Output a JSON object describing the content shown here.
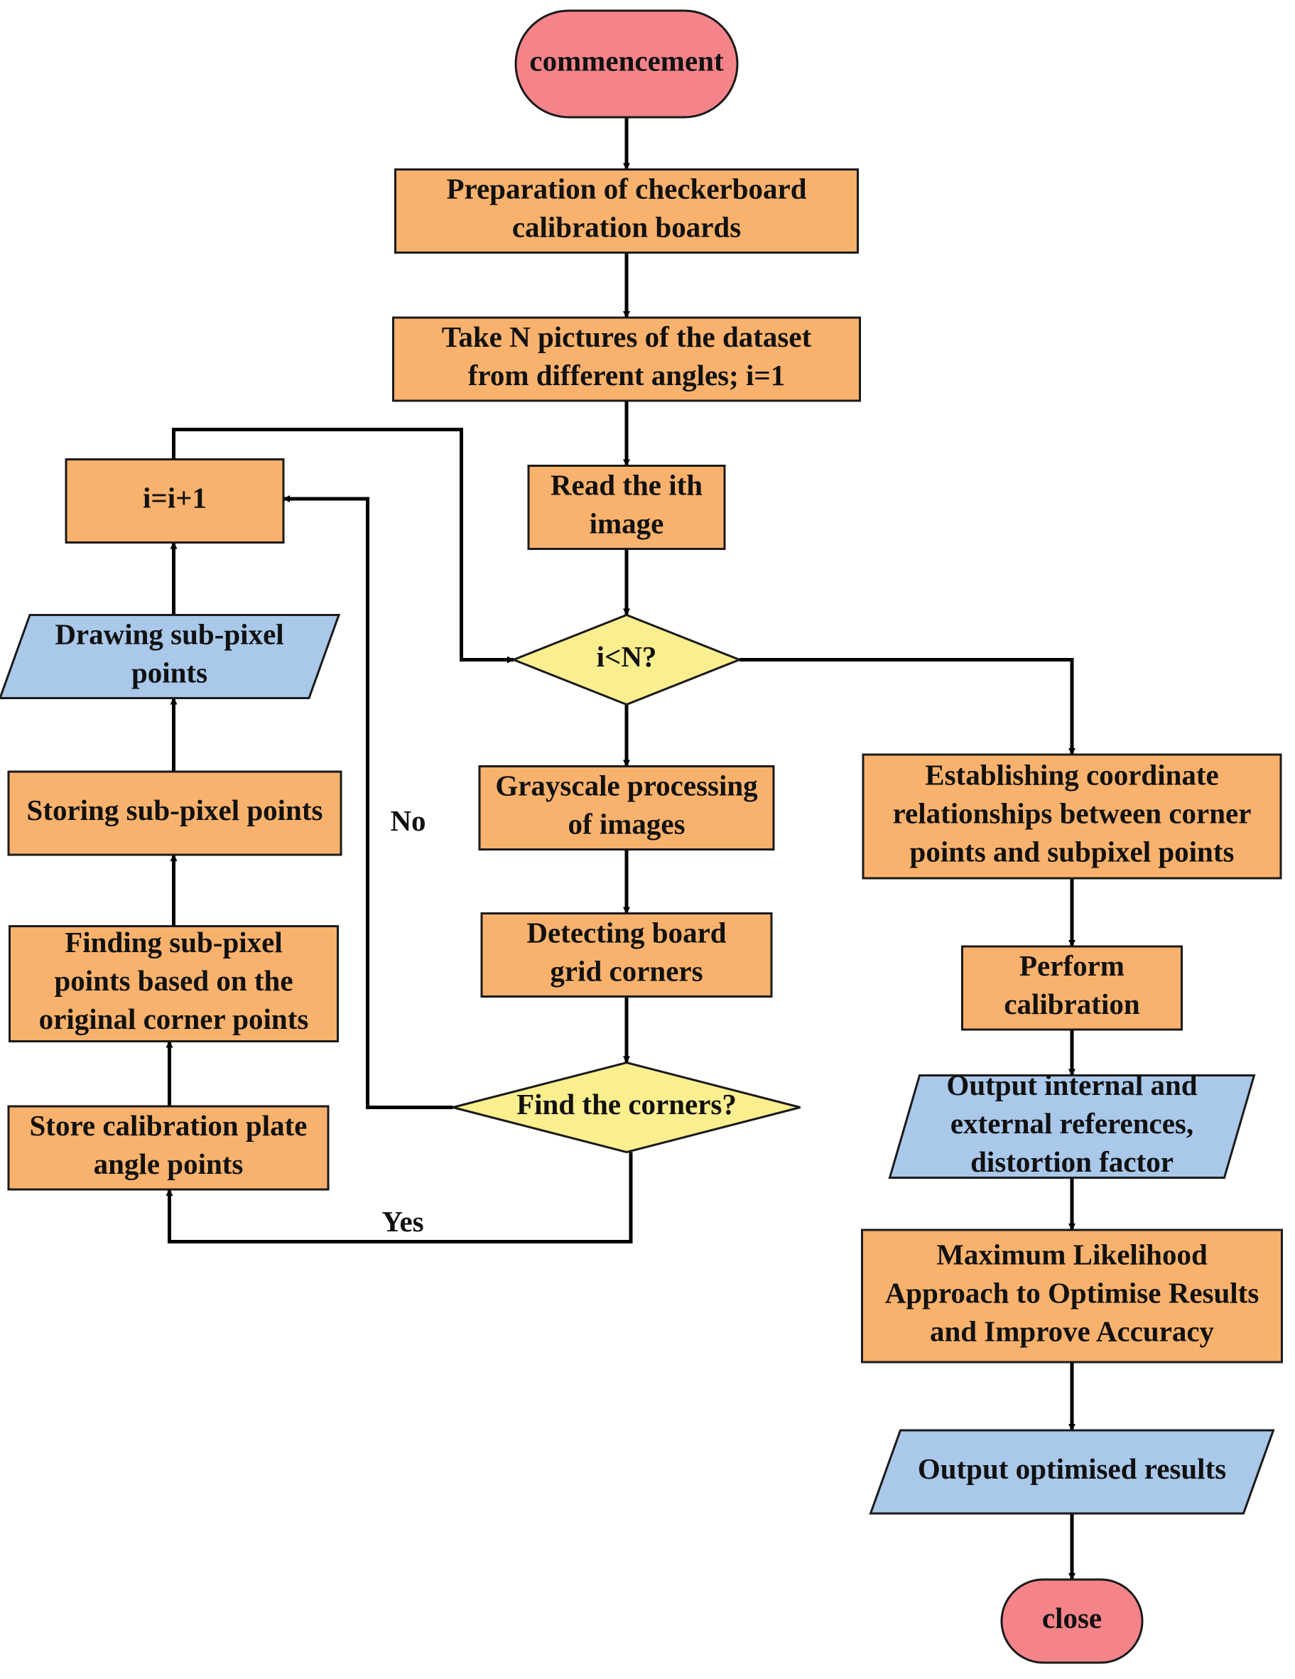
{
  "colors": {
    "terminal": "#f4848a",
    "process": "#f9b26d",
    "decision": "#fbee8f",
    "io": "#a9c8ea",
    "edge": "#000000"
  },
  "nodes": {
    "start": {
      "shape": "terminal",
      "lines": [
        "commencement"
      ]
    },
    "prep": {
      "shape": "process",
      "lines": [
        "Preparation of checkerboard",
        "calibration boards"
      ]
    },
    "take": {
      "shape": "process",
      "lines": [
        "Take N pictures of the dataset",
        "from different angles; i=1"
      ]
    },
    "read": {
      "shape": "process",
      "lines": [
        "Read the ith",
        "image"
      ]
    },
    "check_n": {
      "shape": "decision",
      "lines": [
        "i<N?"
      ]
    },
    "gray": {
      "shape": "process",
      "lines": [
        "Grayscale processing",
        "of images"
      ]
    },
    "detect": {
      "shape": "process",
      "lines": [
        "Detecting board",
        "grid corners"
      ]
    },
    "find": {
      "shape": "decision",
      "lines": [
        "Find the corners?"
      ]
    },
    "inc": {
      "shape": "process",
      "lines": [
        "i=i+1"
      ]
    },
    "draw": {
      "shape": "io",
      "lines": [
        "Drawing sub-pixel",
        "points"
      ]
    },
    "storing": {
      "shape": "process",
      "lines": [
        "Storing sub-pixel points"
      ]
    },
    "finding": {
      "shape": "process",
      "lines": [
        "Finding sub-pixel",
        "points based on the",
        "original corner points"
      ]
    },
    "store_cal": {
      "shape": "process",
      "lines": [
        "Store calibration plate",
        "angle points"
      ]
    },
    "establish": {
      "shape": "process",
      "lines": [
        "Establishing coordinate",
        "relationships between corner",
        "points and subpixel points"
      ]
    },
    "perform": {
      "shape": "process",
      "lines": [
        "Perform",
        "calibration"
      ]
    },
    "output_ref": {
      "shape": "io",
      "lines": [
        "Output internal and",
        "external references,",
        "distortion factor"
      ]
    },
    "mle": {
      "shape": "process",
      "lines": [
        "Maximum Likelihood",
        "Approach to Optimise Results",
        "and Improve Accuracy"
      ]
    },
    "output_opt": {
      "shape": "io",
      "lines": [
        "Output optimised results"
      ]
    },
    "end": {
      "shape": "terminal",
      "lines": [
        "close"
      ]
    }
  },
  "edges": [
    {
      "from": "start",
      "to": "prep",
      "label": ""
    },
    {
      "from": "prep",
      "to": "take",
      "label": ""
    },
    {
      "from": "take",
      "to": "read",
      "label": ""
    },
    {
      "from": "read",
      "to": "check_n",
      "label": ""
    },
    {
      "from": "check_n",
      "to": "gray",
      "label": ""
    },
    {
      "from": "gray",
      "to": "detect",
      "label": ""
    },
    {
      "from": "detect",
      "to": "find",
      "label": ""
    },
    {
      "from": "find",
      "to": "inc",
      "label": "No"
    },
    {
      "from": "find",
      "to": "store_cal",
      "label": "Yes"
    },
    {
      "from": "store_cal",
      "to": "finding",
      "label": ""
    },
    {
      "from": "finding",
      "to": "storing",
      "label": ""
    },
    {
      "from": "storing",
      "to": "draw",
      "label": ""
    },
    {
      "from": "draw",
      "to": "inc",
      "label": ""
    },
    {
      "from": "inc",
      "to": "check_n",
      "label": ""
    },
    {
      "from": "check_n",
      "to": "establish",
      "label": ""
    },
    {
      "from": "establish",
      "to": "perform",
      "label": ""
    },
    {
      "from": "perform",
      "to": "output_ref",
      "label": ""
    },
    {
      "from": "output_ref",
      "to": "mle",
      "label": ""
    },
    {
      "from": "mle",
      "to": "output_opt",
      "label": ""
    },
    {
      "from": "output_opt",
      "to": "end",
      "label": ""
    }
  ]
}
